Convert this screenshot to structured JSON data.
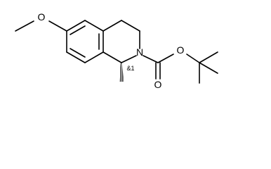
{
  "molecule": {
    "atoms": {
      "ether_oxygen": "O",
      "ring_nitrogen": "N",
      "carbonyl_oxygen": "O",
      "ester_oxygen": "O"
    },
    "stereo_annotation": "&1"
  },
  "colors": {
    "bond": "#000000",
    "text": "#000000",
    "background": "#ffffff"
  }
}
